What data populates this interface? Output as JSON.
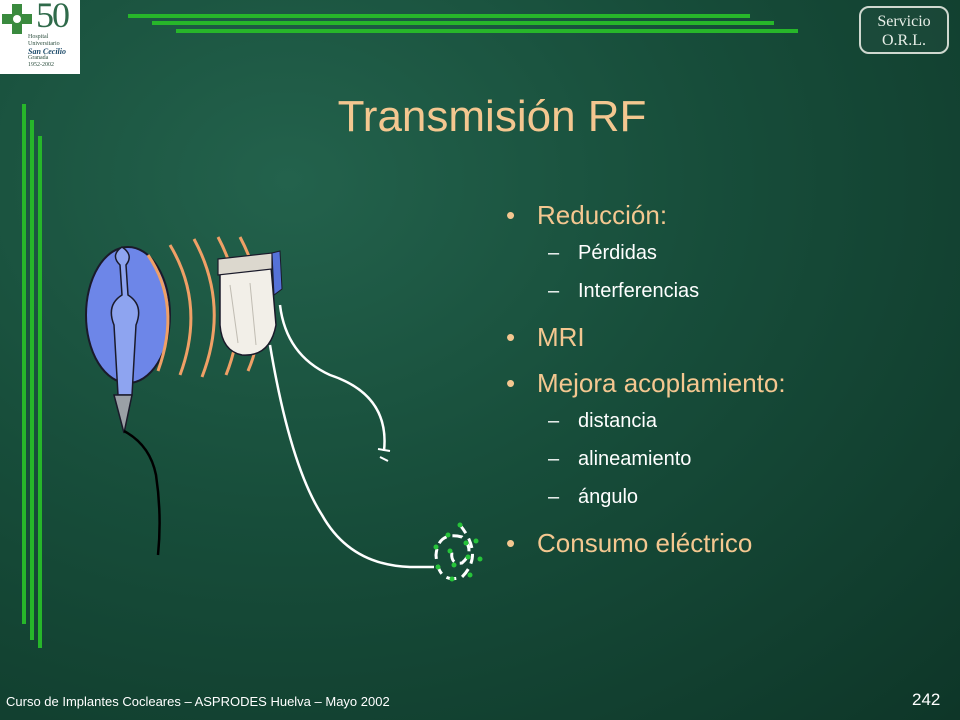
{
  "header": {
    "logo_number": "50",
    "logo_lines": [
      "Hospital Universitario",
      "San Cecilio",
      "Granada",
      "1952-2002"
    ],
    "badge_lines": [
      "Servicio",
      "O.R.L."
    ]
  },
  "slide": {
    "title": "Transmisión RF",
    "bullets": [
      {
        "text": "Reducción:",
        "sub": [
          "Pérdidas",
          "Interferencias"
        ]
      },
      {
        "text": "MRI",
        "sub": []
      },
      {
        "text": "Mejora acoplamiento:",
        "sub": [
          "distancia",
          "alineamiento",
          "ángulo"
        ]
      },
      {
        "text": "Consumo eléctrico",
        "sub": []
      }
    ],
    "bullet_glyph": "•",
    "sub_glyph": "–"
  },
  "footer": {
    "text": "Curso de Implantes Cocleares – ASPRODES Huelva – Mayo 2002",
    "page_number": "242"
  },
  "colors": {
    "background": "#174d3a",
    "title": "#f4c790",
    "accent_lines": "#27b62a",
    "implant_blue": "#6d86e8",
    "rf_waves": "#f0a066"
  },
  "illustration": {
    "icons": [
      "cochlear-implant-receiver-icon",
      "rf-waves-icon",
      "external-transmitter-coil-icon",
      "electrode-lead-icon",
      "cochlea-spiral-icon"
    ]
  }
}
